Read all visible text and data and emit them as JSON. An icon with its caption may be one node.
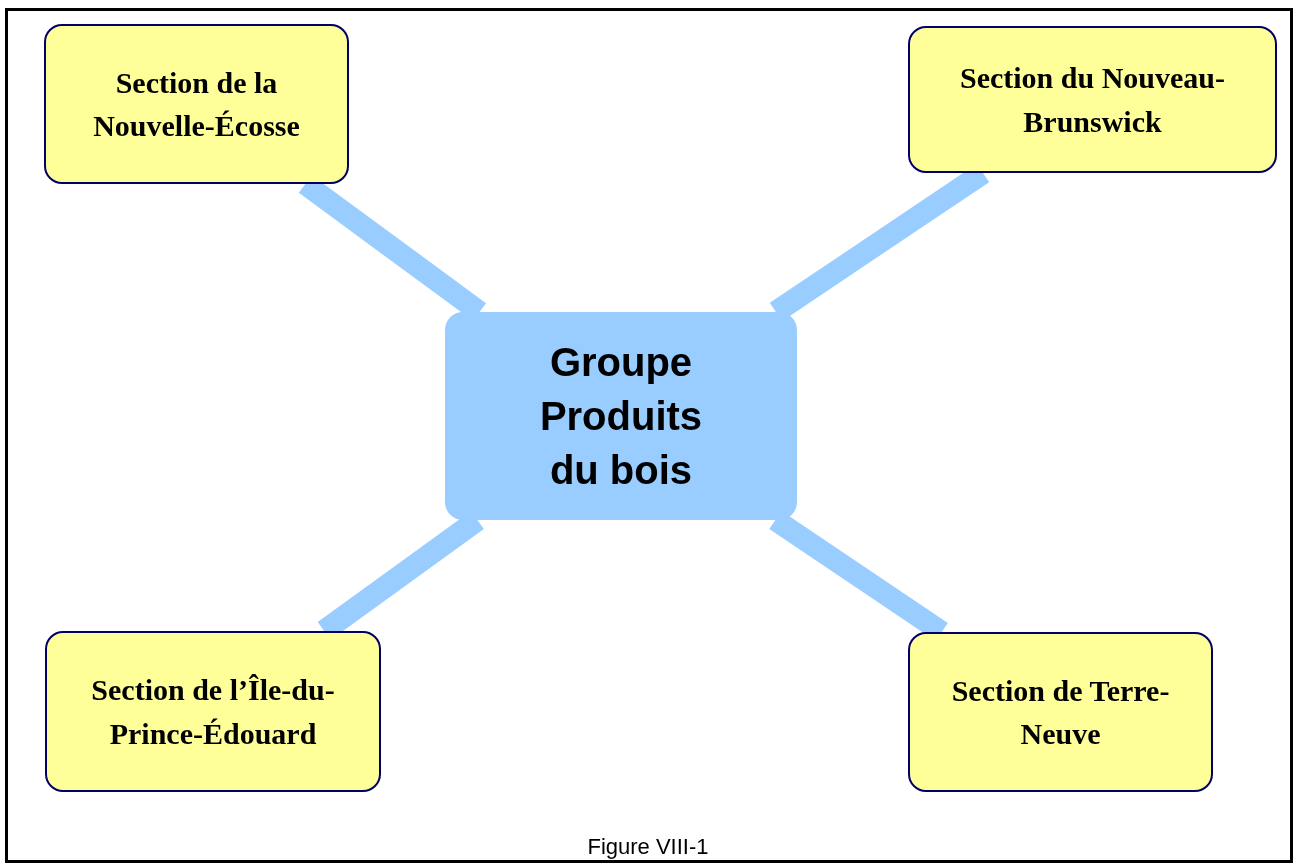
{
  "diagram": {
    "caption": "Figure VIII-1",
    "nodes": [
      {
        "text": [
          "Groupe Produits du bois"
        ]
      },
      {
        "text": [
          "Section de la Nouvelle-Écosse"
        ]
      },
      {
        "text": [
          "Section du Nouveau- Brunswick"
        ]
      },
      {
        "text": [
          "Section de l’Île-du-Prince-Édouard"
        ]
      },
      {
        "text": [
          "Section de Terre-Neuve"
        ]
      }
    ],
    "edges": [
      {
        "from": 0,
        "to": 1,
        "arrow": "none"
      },
      {
        "from": 0,
        "to": 2,
        "arrow": "none"
      },
      {
        "from": 0,
        "to": 3,
        "arrow": "none"
      },
      {
        "from": 0,
        "to": 4,
        "arrow": "none"
      }
    ]
  }
}
